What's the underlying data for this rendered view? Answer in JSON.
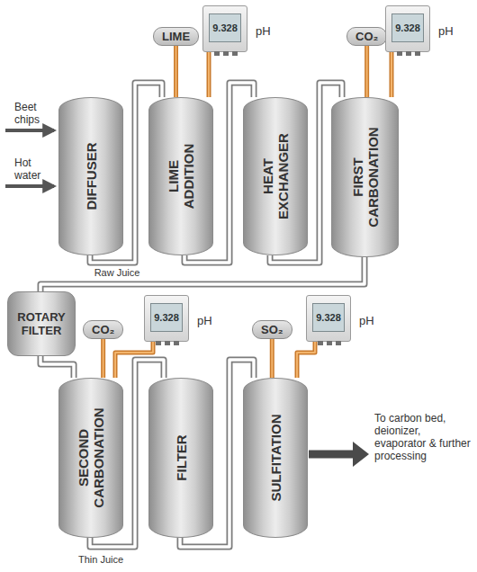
{
  "diagram": {
    "nodes": [
      {
        "text": [
          "DIFFUSER"
        ]
      },
      {
        "text": [
          "LIME"
        ]
      },
      {
        "text": [
          "9.328",
          "pH"
        ]
      },
      {
        "text": [
          "LIME ADDITION"
        ]
      },
      {
        "text": [
          "HEAT EXCHANGER"
        ]
      },
      {
        "text": [
          "CO₂"
        ]
      },
      {
        "text": [
          "9.328",
          "pH"
        ]
      },
      {
        "text": [
          "FIRST CARBONATION"
        ]
      },
      {
        "text": [
          "ROTARY FILTER"
        ]
      },
      {
        "text": [
          "CO₂"
        ]
      },
      {
        "text": [
          "9.328",
          "pH"
        ]
      },
      {
        "text": [
          "SO₂"
        ]
      },
      {
        "text": [
          "9.328",
          "pH"
        ]
      },
      {
        "text": [
          "SECOND CARBONATION"
        ]
      },
      {
        "text": [
          "FILTER"
        ]
      },
      {
        "text": [
          "SULFITATION"
        ]
      }
    ],
    "edges": [
      {
        "from": 0,
        "to": 3,
        "label": "Raw Juice",
        "arrow": "none"
      },
      {
        "from": 3,
        "to": 4,
        "arrow": "none"
      },
      {
        "from": 4,
        "to": 7,
        "arrow": "none"
      },
      {
        "from": 7,
        "to": 8,
        "arrow": "none"
      },
      {
        "from": 8,
        "to": 13,
        "arrow": "none"
      },
      {
        "from": 13,
        "to": 14,
        "label": "Thin Juice",
        "arrow": "none"
      },
      {
        "from": 14,
        "to": 15,
        "arrow": "none"
      },
      {
        "from": 1,
        "to": 3,
        "arrow": "none"
      },
      {
        "from": 2,
        "to": 3,
        "arrow": "none"
      },
      {
        "from": 5,
        "to": 7,
        "arrow": "none"
      },
      {
        "from": 6,
        "to": 7,
        "arrow": "none"
      },
      {
        "from": 9,
        "to": 13,
        "arrow": "none"
      },
      {
        "from": 10,
        "to": 13,
        "arrow": "none"
      },
      {
        "from": 11,
        "to": 15,
        "arrow": "none"
      },
      {
        "from": 12,
        "to": 15,
        "arrow": "none"
      }
    ],
    "labels": [
      "Beet chips",
      "Hot water",
      "To carbon bed, deionizer, evaporator & further processing"
    ]
  }
}
